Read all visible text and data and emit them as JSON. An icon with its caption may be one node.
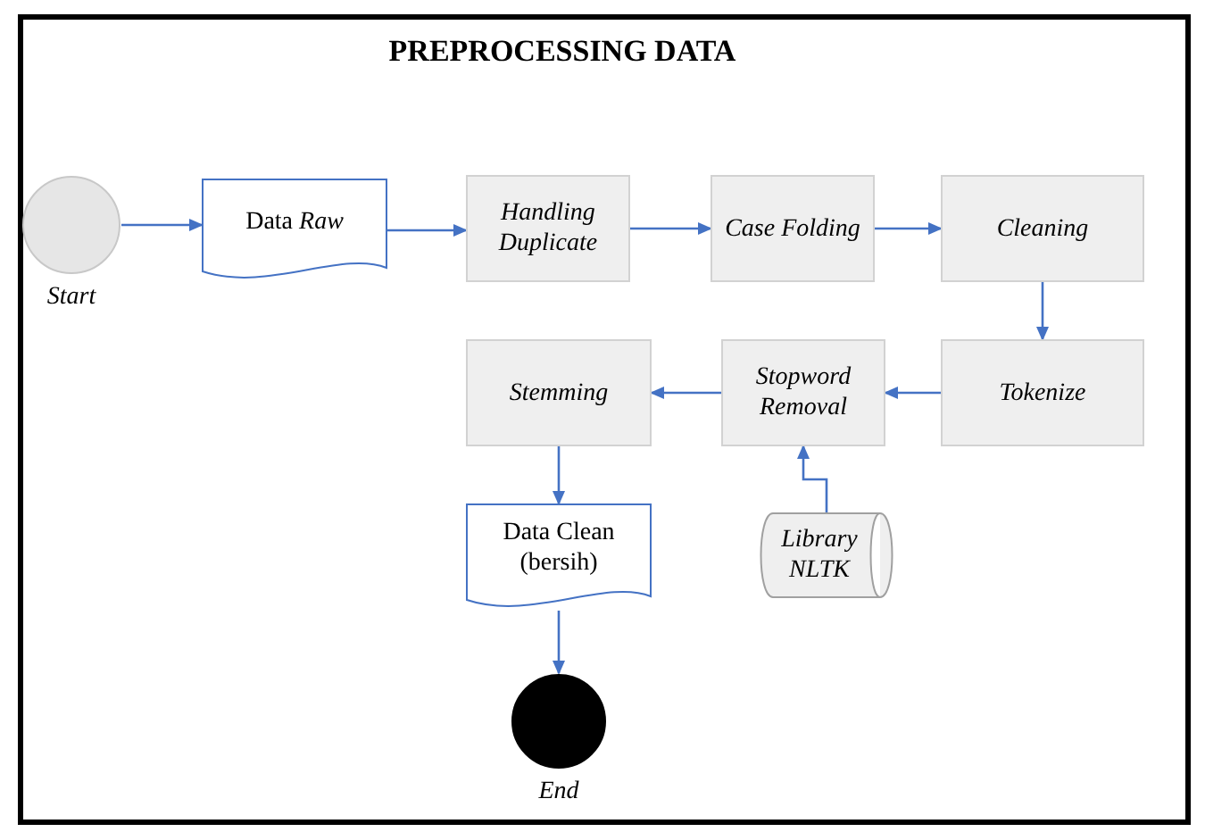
{
  "diagram": {
    "title": "PREPROCESSING DATA",
    "nodes": [
      {
        "text": [],
        "shape": "circle",
        "beside": [
          "Start"
        ]
      },
      {
        "text": [
          "Data *Raw*"
        ]
      },
      {
        "text": [
          "Handling Duplicate"
        ]
      },
      {
        "text": [
          "Case Folding"
        ]
      },
      {
        "text": [
          "Cleaning"
        ]
      },
      {
        "text": [
          "Tokenize"
        ]
      },
      {
        "text": [
          "Stopword Removal"
        ]
      },
      {
        "text": [
          "Stemming"
        ]
      },
      {
        "text": [
          "Library NLTK"
        ]
      },
      {
        "text": [
          "Data Clean (bersih)"
        ]
      },
      {
        "text": [],
        "shape": "circle",
        "beside": [
          "End"
        ]
      }
    ],
    "edges": [
      {
        "from": 0,
        "to": 1,
        "arrow": "to"
      },
      {
        "from": 1,
        "to": 2,
        "arrow": "to"
      },
      {
        "from": 2,
        "to": 3,
        "arrow": "to"
      },
      {
        "from": 3,
        "to": 4,
        "arrow": "to"
      },
      {
        "from": 4,
        "to": 5,
        "arrow": "to"
      },
      {
        "from": 5,
        "to": 6,
        "arrow": "to"
      },
      {
        "from": 6,
        "to": 7,
        "arrow": "to"
      },
      {
        "from": 8,
        "to": 6,
        "arrow": "to"
      },
      {
        "from": 7,
        "to": 9,
        "arrow": "to"
      },
      {
        "from": 9,
        "to": 10,
        "arrow": "to"
      }
    ]
  }
}
